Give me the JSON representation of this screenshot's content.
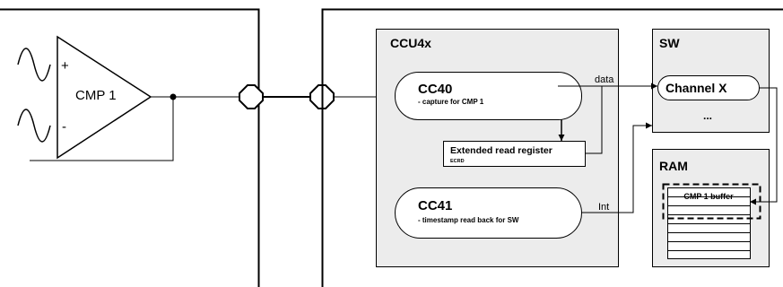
{
  "comparator": {
    "label": "CMP 1",
    "plus": "+",
    "minus": "-"
  },
  "ccu4x": {
    "title": "CCU4x",
    "cc40": {
      "name": "CC40",
      "subtitle": "- capture for CMP 1"
    },
    "ext_read_register": {
      "label": "Extended read register",
      "sub": "ECRD"
    },
    "cc41": {
      "name": "CC41",
      "subtitle": "- timestamp read back for SW"
    }
  },
  "sw": {
    "title": "SW",
    "channel": "Channel X",
    "ellipsis": "..."
  },
  "ram": {
    "title": "RAM",
    "buffer": "CMP 1 buffer"
  },
  "signals": {
    "data": "data",
    "int": "Int"
  }
}
